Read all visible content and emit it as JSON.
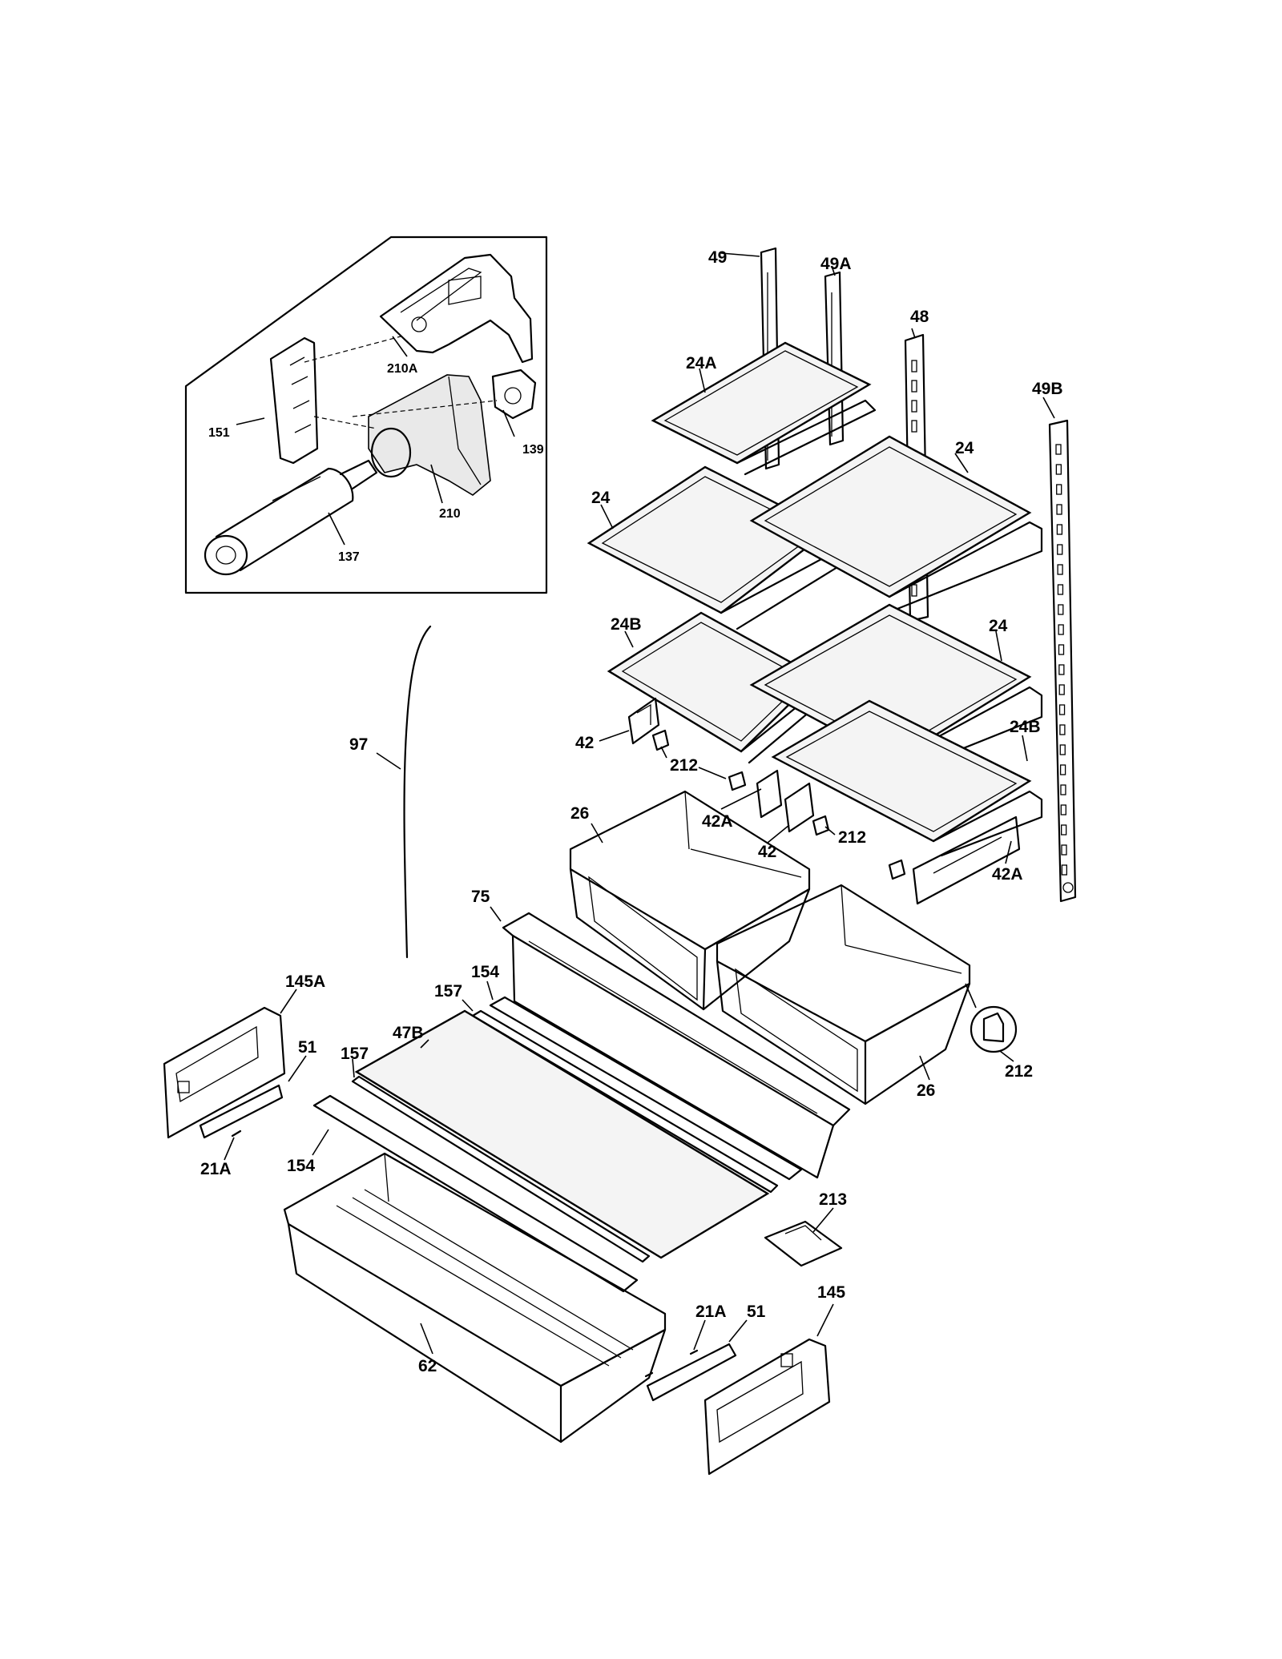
{
  "labels": {
    "filter_inset": {
      "p210A": "210A",
      "p151": "151",
      "p139": "139",
      "p210": "210",
      "p137": "137"
    },
    "rails": {
      "p49": "49",
      "p49A": "49A",
      "p48": "48",
      "p49B": "49B"
    },
    "shelves": {
      "p24A": "24A",
      "p24_left": "24",
      "p24_right_upper": "24",
      "p24B_left": "24B",
      "p24_right_lower": "24",
      "p24B_right": "24B",
      "p42_left": "42",
      "p212_a": "212",
      "p42A_mid": "42A",
      "p42_mid": "42",
      "p212_b": "212",
      "p42A_right": "42A"
    },
    "tube": {
      "p97": "97"
    },
    "bins": {
      "p26_left": "26",
      "p26_right": "26",
      "p212_detail": "212",
      "p75": "75",
      "p154_upper": "154",
      "p157_upper": "157",
      "p47B": "47B",
      "p157_lower": "157",
      "p154_lower": "154",
      "p213": "213",
      "p62": "62"
    },
    "left_cover": {
      "p145A": "145A",
      "p51": "51",
      "p21A": "21A"
    },
    "right_cover": {
      "p21A": "21A",
      "p51": "51",
      "p145": "145"
    }
  }
}
